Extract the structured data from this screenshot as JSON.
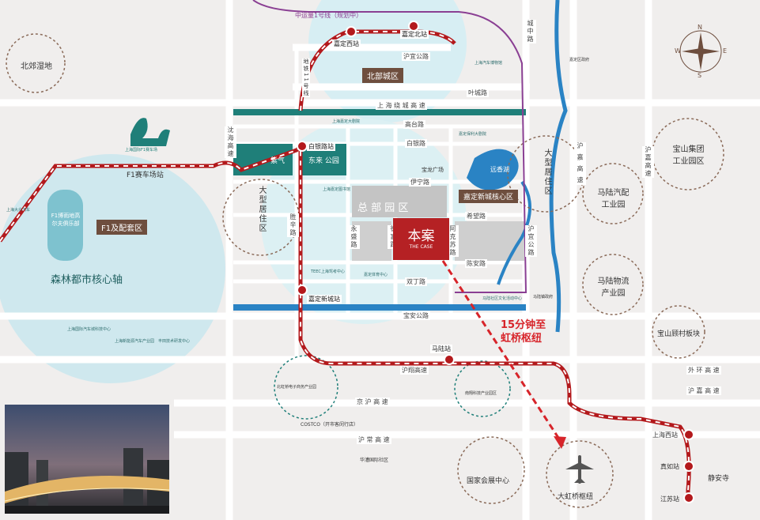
{
  "metro": {
    "line1": "中运量1号线（规划中）",
    "line11_chars": [
      "地",
      "铁",
      "1",
      "1",
      "号",
      "线"
    ],
    "stations": {
      "jiading_west": "嘉定西站",
      "jiading_north": "嘉定北站",
      "baiyin_road": "白银路站",
      "jiading_xincheng": "嘉定新城站",
      "f1_circuit": "F1赛车场站",
      "malu": "马陆站",
      "shanghai_west": "上海西站",
      "zhenru": "真如站",
      "jiangsu_road": "江苏站",
      "jingan_temple": "静安寺"
    }
  },
  "roads": {
    "huyi_top": "沪宜公路",
    "yecheng": "叶城路",
    "outer_ring": "上 海 绕 城 高 速",
    "gaotai": "高台路",
    "baiyin": "白银路",
    "yining": "伊宁路",
    "xiwang": "希望路",
    "chenan": "陈安路",
    "shuangding": "双丁路",
    "baoan": "宝安公路",
    "huyi_right": "沪宜公路",
    "huxiang": "沪翔高速",
    "jinghu": "京 沪 高 速",
    "huchang": "沪 常 高 速",
    "waihuan": "外 环 高 速",
    "jiahuang": "沪 嘉 高 速",
    "hujia": "沪 嘉 高 速",
    "chengzhong": "城中路",
    "shensha": "沈海高速",
    "shengxin": "胜辛路",
    "yongsheng": "永盛路",
    "defu": "德富路",
    "akesu": "阿克苏路",
    "huyi_mid": "沪宜公路",
    "hujia_right": "沪嘉高速"
  },
  "areas": {
    "north_wetland": "北郊湿地",
    "north_city": "北部城区",
    "f1_zone": "F1及配套区",
    "f1_club": "F1博雨地高尔夫俱乐部",
    "forest_axis": "森林都市核心轴",
    "big_residential_left": "大型居住区",
    "big_residential_right": "大型居住区",
    "zishui": "紫气",
    "dongji_park": "东来 公园",
    "hq_park": "总 部  园 区",
    "jiading_core": "嘉定新城核心区",
    "yuanxiang_lake": "远香湖",
    "baolong": "宝龙广场",
    "baoshan_group": "宝山集团工业园区",
    "malu_auto": "马陆汽配工业园",
    "malu_logistics": "马陆物流产业园",
    "baoshan_village": "宝山顾村板块",
    "national_expo": "国家会展中心",
    "hongqiao": "大虹桥枢纽",
    "costco": "COSTCO（开市客闵行店）",
    "jiading_gov": "嘉定区政府",
    "malu_gov": "马陆镇政府",
    "shanghai_f1": "上海国际F1赛车场",
    "jiading_industrial": "北虹桥电子商务产业园",
    "nanxiang": "南翔科技产业园区",
    "huaxin": "华漕国际社区"
  },
  "pois": [
    "上海国际汽车城科技中心",
    "上海新能源汽车产业园",
    "丰田技术研发中心",
    "上海大众汽车",
    "上海汽车博物馆",
    "上海嘉定大剧院",
    "嘉定保利大剧院",
    "上海嘉定图书馆",
    "TEEC上海驾考中心",
    "马陆社区文化活动中心",
    "嘉定体育中心"
  ],
  "project": {
    "title": "本案",
    "subtitle": "THE CASE"
  },
  "callout": {
    "line1": "15分钟至",
    "line2": "虹桥枢纽"
  },
  "compass": {
    "n": "N",
    "s": "S",
    "e": "E",
    "w": "W"
  },
  "colors": {
    "metro": "#b3191c",
    "line1": "#8a3f93",
    "water": "#2a83c4",
    "park": "#bfe3e8",
    "project": "#b52124"
  }
}
